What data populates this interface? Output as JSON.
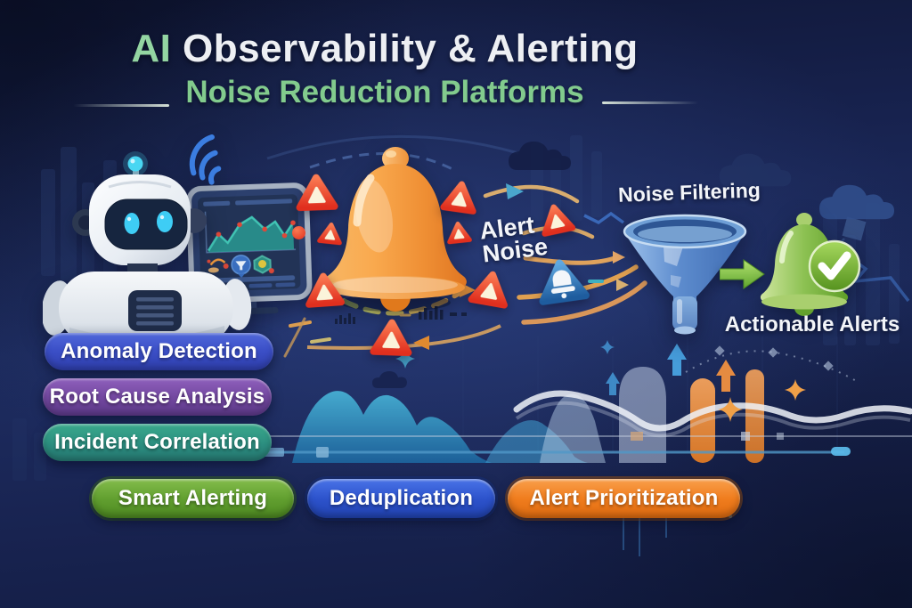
{
  "header": {
    "title_accent": "AI",
    "title_rest": " Observability & Alerting",
    "subtitle": "Noise Reduction Platforms"
  },
  "flow": {
    "alert_noise_label": "Alert Noise",
    "noise_filtering_label": "Noise Filtering",
    "actionable_alerts_label": "Actionable Alerts"
  },
  "capabilities": [
    {
      "label": "Anomaly Detection",
      "color": "#3d52c4"
    },
    {
      "label": "Root Cause Analysis",
      "color": "#7a4ba4"
    },
    {
      "label": "Incident Correlation",
      "color": "#2f9b85"
    }
  ],
  "features": [
    {
      "label": "Smart Alerting",
      "color": "#64a231"
    },
    {
      "label": "Deduplication",
      "color": "#2f55cc"
    },
    {
      "label": "Alert Prioritization",
      "color": "#f0821e"
    }
  ],
  "icons": {
    "robot": "robot-mascot-icon",
    "dashboard": "dashboard-monitor-icon",
    "alert_bell": "alert-bell-icon",
    "warning": "warning-triangle-icon",
    "device_alert": "device-alert-icon",
    "funnel": "filter-funnel-icon",
    "flow_arrow": "flow-arrow-icon",
    "success_bell": "success-bell-icon",
    "checkmark": "checkmark-badge-icon",
    "wifi": "wifi-signal-icon"
  },
  "palette": {
    "background_navy": "#1b2a5a",
    "title_white": "#edeff3",
    "title_accent_green": "#93d5a2",
    "subtitle_green": "#82cb8d",
    "alert_red": "#e8402e",
    "bell_orange": "#f2953a",
    "funnel_blue": "#5b8fd4",
    "success_green": "#7fc043",
    "flow_tan": "#d8a868"
  }
}
